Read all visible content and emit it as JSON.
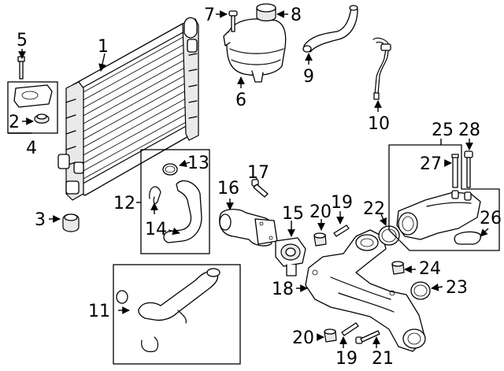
{
  "callouts": {
    "c1": "1",
    "c2": "2",
    "c3": "3",
    "c4": "4",
    "c5": "5",
    "c6": "6",
    "c7": "7",
    "c8": "8",
    "c9": "9",
    "c10": "10",
    "c11": "11",
    "c12": "12",
    "c13": "13",
    "c14": "14",
    "c15": "15",
    "c16": "16",
    "c17": "17",
    "c18": "18",
    "c19a": "19",
    "c19b": "19",
    "c20a": "20",
    "c20b": "20",
    "c21": "21",
    "c22": "22",
    "c23": "23",
    "c24": "24",
    "c25": "25",
    "c26": "26",
    "c27": "27",
    "c28": "28"
  }
}
